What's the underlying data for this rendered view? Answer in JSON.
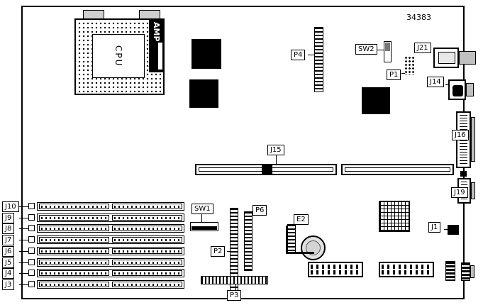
{
  "part_number": "34383",
  "cpu": {
    "label": "CPU"
  },
  "amp": {
    "label": "AMP"
  },
  "callouts": {
    "p4": "P4",
    "sw2": "SW2",
    "p1": "P1",
    "j21": "J21",
    "j14": "J14",
    "j16": "J16",
    "j19": "J19",
    "j15": "J15",
    "sw1": "SW1",
    "p6": "P6",
    "p2": "P2",
    "p3": "P3",
    "e2": "E2",
    "j1": "J1"
  },
  "memory_slots": [
    {
      "label": "J10"
    },
    {
      "label": "J9"
    },
    {
      "label": "J8"
    },
    {
      "label": "J7"
    },
    {
      "label": "J6"
    },
    {
      "label": "J5"
    },
    {
      "label": "J4"
    },
    {
      "label": "J3"
    }
  ]
}
